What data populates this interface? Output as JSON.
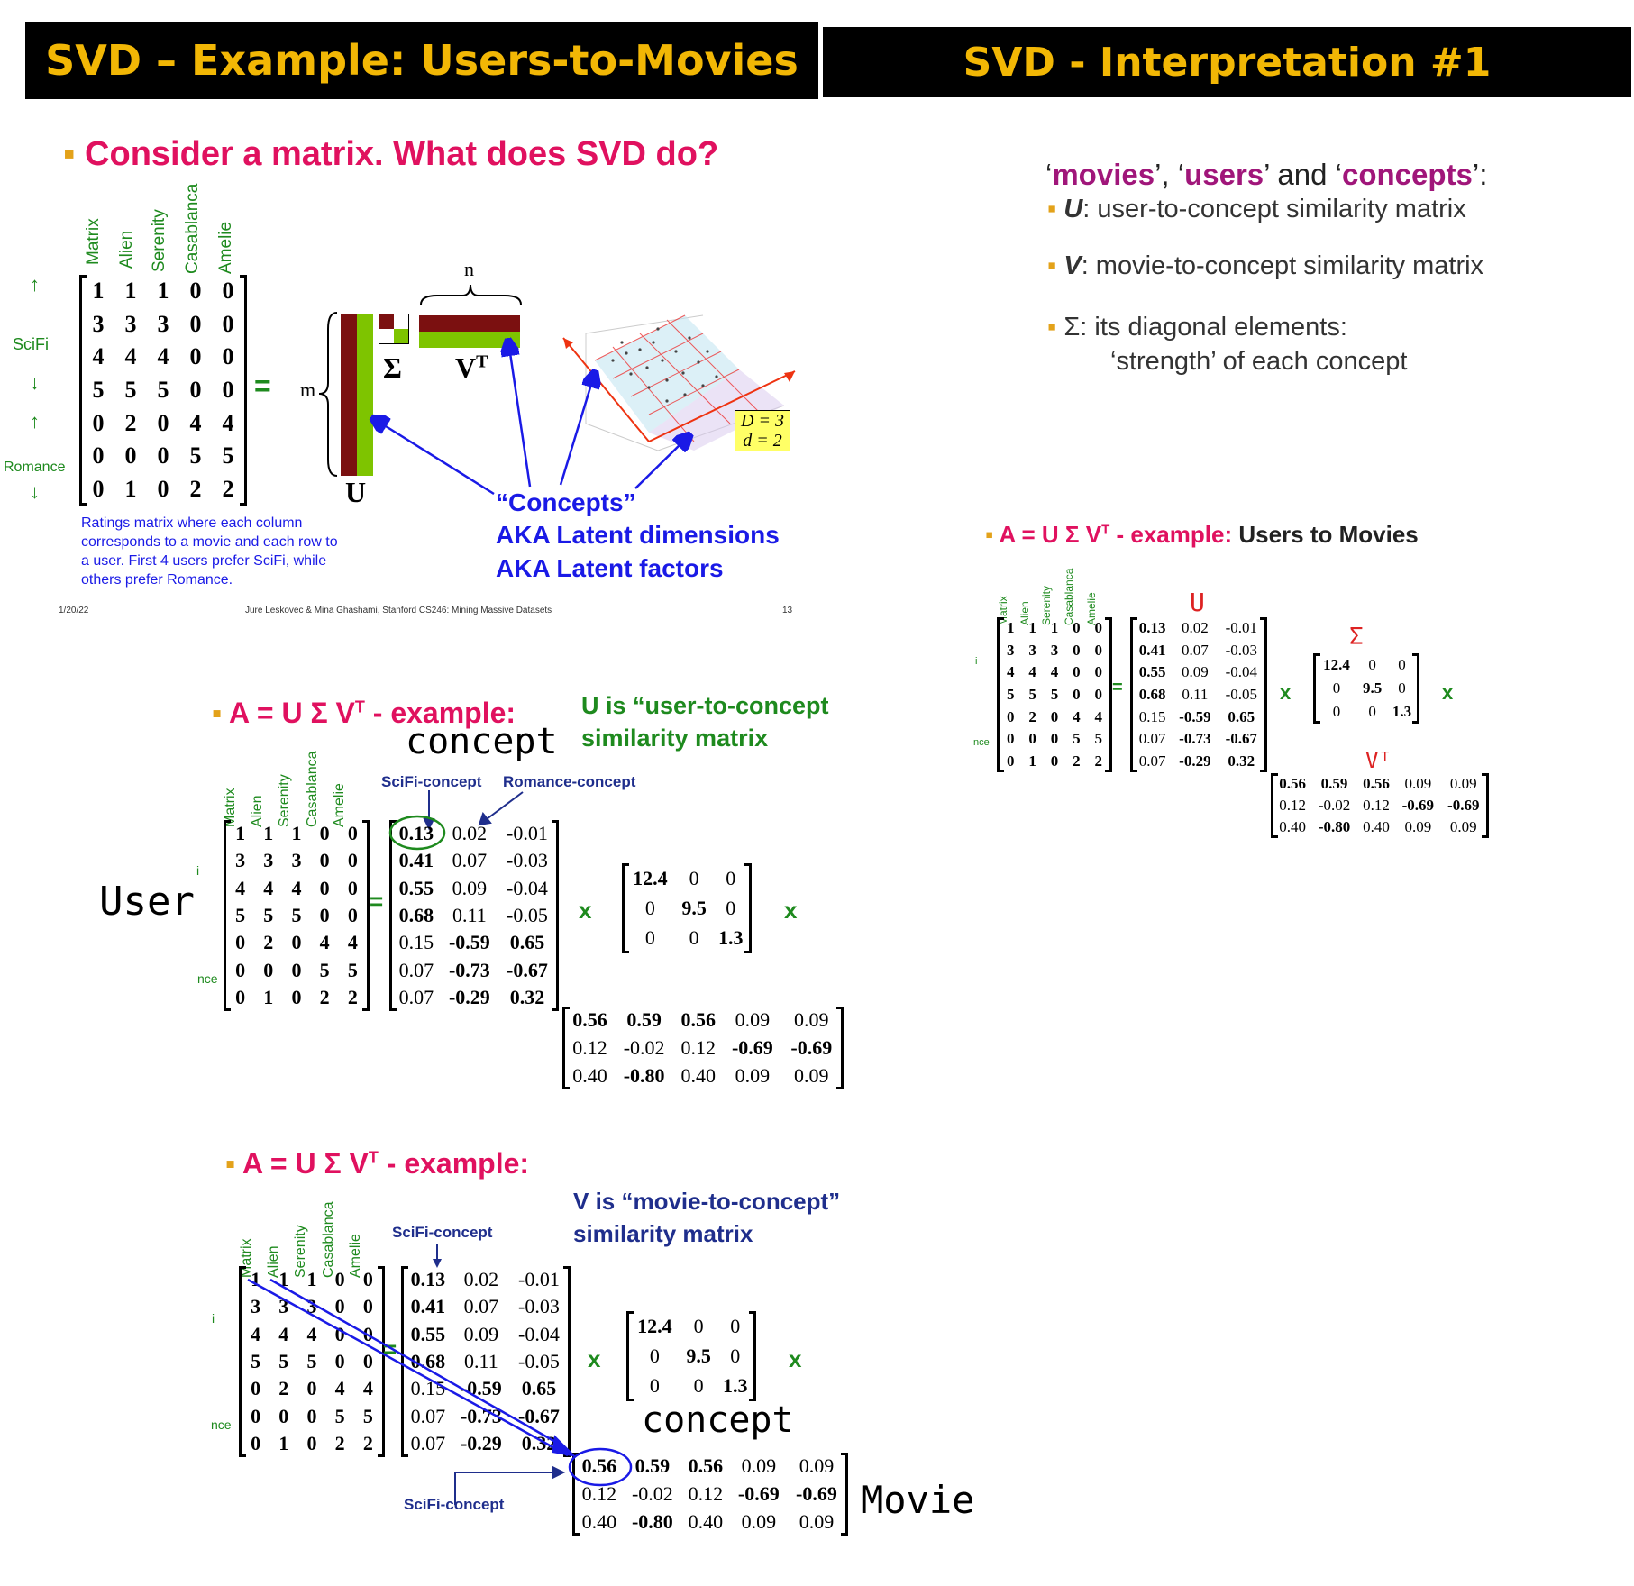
{
  "panel1": {
    "title": "SVD – Example: Users-to-Movies",
    "question": "Consider a matrix. What does SVD do?",
    "movies": [
      "Matrix",
      "Alien",
      "Serenity",
      "Casablanca",
      "Amelie"
    ],
    "matrix": [
      [
        "1",
        "1",
        "1",
        "0",
        "0"
      ],
      [
        "3",
        "3",
        "3",
        "0",
        "0"
      ],
      [
        "4",
        "4",
        "4",
        "0",
        "0"
      ],
      [
        "5",
        "5",
        "5",
        "0",
        "0"
      ],
      [
        "0",
        "2",
        "0",
        "4",
        "4"
      ],
      [
        "0",
        "0",
        "0",
        "5",
        "5"
      ],
      [
        "0",
        "1",
        "0",
        "2",
        "2"
      ]
    ],
    "group_scifi": "SciFi",
    "group_romance": "Romance",
    "equals": "=",
    "label_m": "m",
    "label_n": "n",
    "label_sigma": "Σ",
    "label_vt": "V",
    "label_vt_sup": "T",
    "label_u": "U",
    "caption": "Ratings matrix where each column corresponds to a movie and each row to a user. First 4 users prefer SciFi, while others prefer Romance.",
    "concepts_quote": "“Concepts”",
    "aka1": "AKA Latent dimensions",
    "aka2": "AKA Latent factors",
    "dims_D": "D = 3",
    "dims_d": "d = 2",
    "footer_date": "1/20/22",
    "footer_credit": "Jure Leskovec & Mina Ghashami, Stanford CS246: Mining Massive Datasets",
    "footer_page": "13"
  },
  "panel2": {
    "title": "SVD - Interpretation #1",
    "intro_movies": "movies",
    "intro_users": "users",
    "intro_concepts": "concepts",
    "intro_and": "and",
    "u_symbol": "U",
    "u_text": ": user-to-concept similarity matrix",
    "v_symbol": "V",
    "v_text": ": movie-to-concept similarity matrix",
    "s_symbol": "Σ",
    "s_text": ": its diagonal elements:",
    "s_text2": "‘strength’ of each concept"
  },
  "small_example": {
    "title_red": "A = U Σ V",
    "title_sup": "T",
    "title_mid": " - example: ",
    "title_black": "Users to Movies",
    "hand_u": "U",
    "hand_sigma": "Σ",
    "hand_vt": "Vᵀ",
    "row_label_top": "i",
    "row_label_bottom": "nce"
  },
  "example": {
    "title_red": "A = U Σ V",
    "title_sup": "T",
    "title_tail": " - example:",
    "U": [
      [
        "0.13",
        "0.02",
        "-0.01"
      ],
      [
        "0.41",
        "0.07",
        "-0.03"
      ],
      [
        "0.55",
        "0.09",
        "-0.04"
      ],
      [
        "0.68",
        "0.11",
        "-0.05"
      ],
      [
        "0.15",
        "-0.59",
        "0.65"
      ],
      [
        "0.07",
        "-0.73",
        "-0.67"
      ],
      [
        "0.07",
        "-0.29",
        "0.32"
      ]
    ],
    "S": [
      [
        "12.4",
        "0",
        "0"
      ],
      [
        "0",
        "9.5",
        "0"
      ],
      [
        "0",
        "0",
        "1.3"
      ]
    ],
    "VT": [
      [
        "0.56",
        "0.59",
        "0.56",
        "0.09",
        "0.09"
      ],
      [
        "0.12",
        "-0.02",
        "0.12",
        "-0.69",
        "-0.69"
      ],
      [
        "0.40",
        "-0.80",
        "0.40",
        "0.09",
        "0.09"
      ]
    ],
    "times": "x"
  },
  "panel3": {
    "note_line1": "U is “user-to-concept",
    "note_line2": "similarity matrix",
    "scifi_concept": "SciFi-concept",
    "romance_concept": "Romance-concept",
    "hand_concept": "concept",
    "hand_user": "User"
  },
  "panel4": {
    "note_line1": "V is “movie-to-concept”",
    "note_line2": "similarity matrix",
    "scifi_concept": "SciFi-concept",
    "scifi_concept2": "SciFi-concept",
    "hand_concept": "concept",
    "hand_movie": "Movie"
  },
  "colors": {
    "title_yellow": "#f2b705",
    "pink": "#e0115f",
    "green": "#1e8a1e",
    "blue": "#1a1ae6",
    "maroon": "#7b1010",
    "lime": "#7ec400"
  }
}
